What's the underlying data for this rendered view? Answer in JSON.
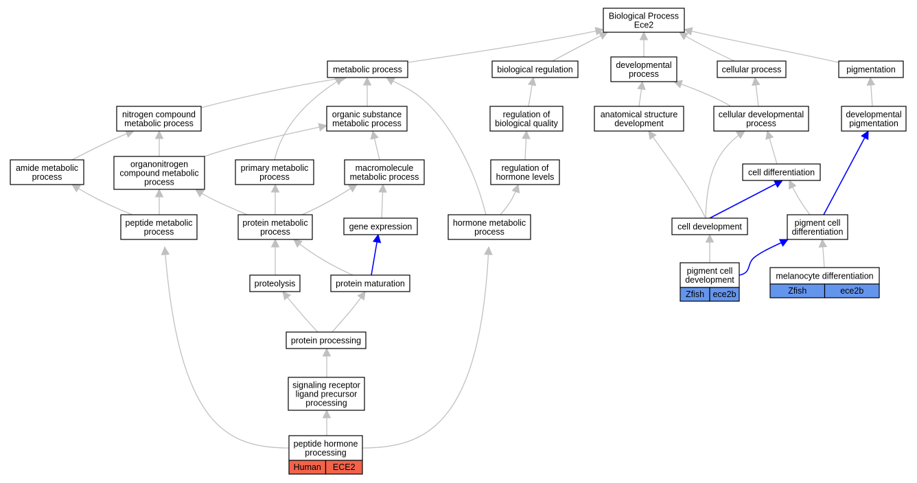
{
  "colors": {
    "human": "#f2634a",
    "zfish": "#6495ed",
    "gray_edge": "#c0c0c0",
    "blue_edge": "#0000ff"
  },
  "nodes": {
    "bp_root": {
      "lines": [
        "Biological Process",
        "Ece2"
      ]
    },
    "metabolic": {
      "lines": [
        "metabolic process"
      ]
    },
    "bioreg": {
      "lines": [
        "biological regulation"
      ]
    },
    "devproc": {
      "lines": [
        "developmental",
        "process"
      ]
    },
    "cellproc": {
      "lines": [
        "cellular process"
      ]
    },
    "pigmentation": {
      "lines": [
        "pigmentation"
      ]
    },
    "nitrogen": {
      "lines": [
        "nitrogen compound",
        "metabolic process"
      ]
    },
    "organic": {
      "lines": [
        "organic substance",
        "metabolic process"
      ]
    },
    "regbio": {
      "lines": [
        "regulation of",
        "biological quality"
      ]
    },
    "anatomical": {
      "lines": [
        "anatomical structure",
        "development"
      ]
    },
    "celldevproc": {
      "lines": [
        "cellular developmental",
        "process"
      ]
    },
    "devpig": {
      "lines": [
        "developmental",
        "pigmentation"
      ]
    },
    "amide": {
      "lines": [
        "amide metabolic",
        "process"
      ]
    },
    "organonitrogen": {
      "lines": [
        "organonitrogen",
        "compound metabolic",
        "process"
      ]
    },
    "primary": {
      "lines": [
        "primary metabolic",
        "process"
      ]
    },
    "macromolecule": {
      "lines": [
        "macromolecule",
        "metabolic process"
      ]
    },
    "reghormone": {
      "lines": [
        "regulation of",
        "hormone levels"
      ]
    },
    "celldiff": {
      "lines": [
        "cell differentiation"
      ]
    },
    "peptidemet": {
      "lines": [
        "peptide metabolic",
        "process"
      ]
    },
    "proteinmet": {
      "lines": [
        "protein metabolic",
        "process"
      ]
    },
    "geneexpr": {
      "lines": [
        "gene expression"
      ]
    },
    "hormonemet": {
      "lines": [
        "hormone metabolic",
        "process"
      ]
    },
    "celldev": {
      "lines": [
        "cell development"
      ]
    },
    "pigcelldiff": {
      "lines": [
        "pigment cell",
        "differentiation"
      ]
    },
    "proteolysis": {
      "lines": [
        "proteolysis"
      ]
    },
    "proteinmat": {
      "lines": [
        "protein maturation"
      ]
    },
    "pigcelldev": {
      "lines": [
        "pigment cell",
        "development"
      ],
      "annotation": [
        "Zfish",
        "ece2b"
      ]
    },
    "melanocyte": {
      "lines": [
        "melanocyte differentiation"
      ],
      "annotation": [
        "Zfish",
        "ece2b"
      ]
    },
    "proteinproc": {
      "lines": [
        "protein processing"
      ]
    },
    "sigreceptor": {
      "lines": [
        "signaling receptor",
        "ligand precursor",
        "processing"
      ]
    },
    "peptidehormone": {
      "lines": [
        "peptide hormone",
        "processing"
      ],
      "annotation": [
        "Human",
        "ECE2"
      ]
    }
  }
}
